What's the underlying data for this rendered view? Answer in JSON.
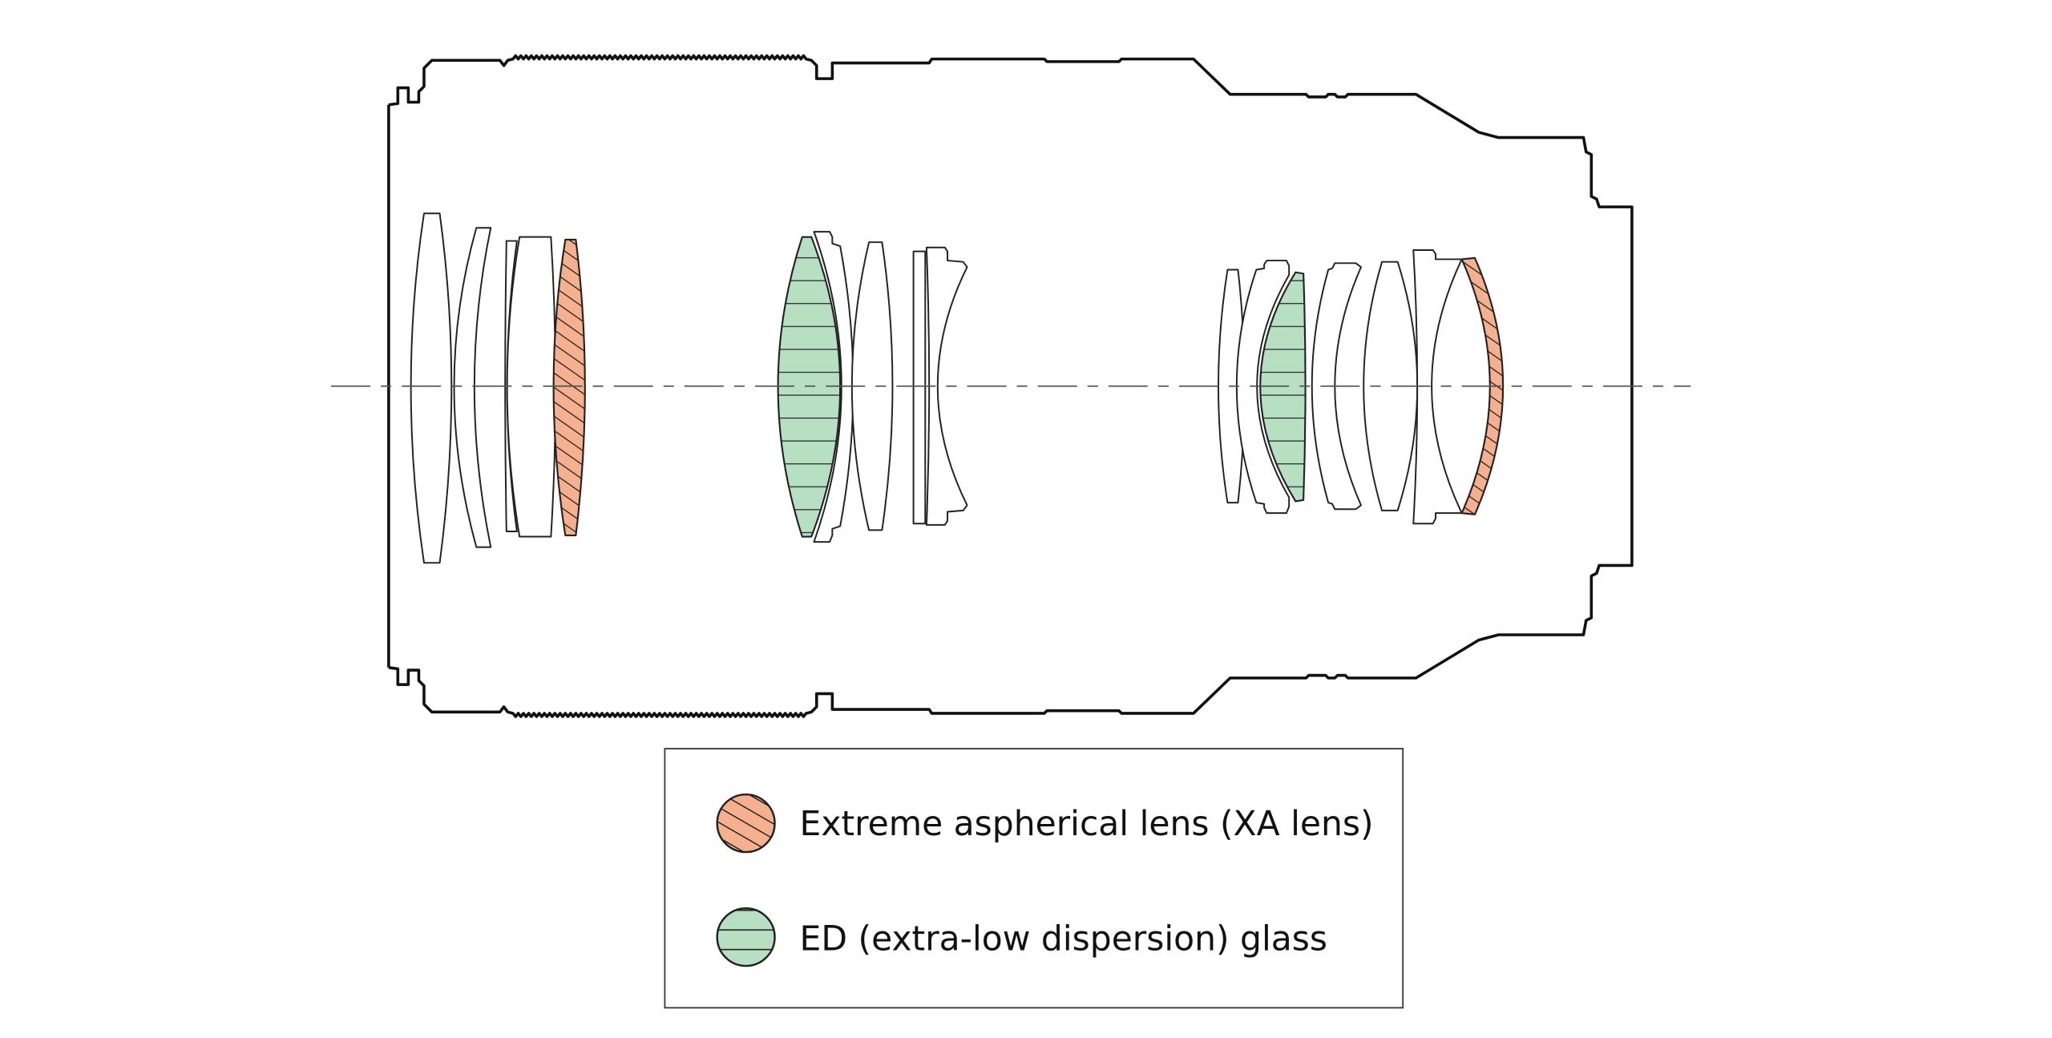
{
  "diagram": {
    "colors": {
      "xa_fill": "#f5b18e",
      "ed_fill": "#b7e0c2",
      "outline": "#111111",
      "axis": "#555555"
    },
    "legend": {
      "items": [
        {
          "label": "Extreme aspherical lens (XA lens)",
          "swatch": "orange-diagonal-hatch",
          "color": "#f5b18e"
        },
        {
          "label": "ED (extra-low dispersion) glass",
          "swatch": "green-horizontal-hatch",
          "color": "#b7e0c2"
        }
      ]
    }
  }
}
